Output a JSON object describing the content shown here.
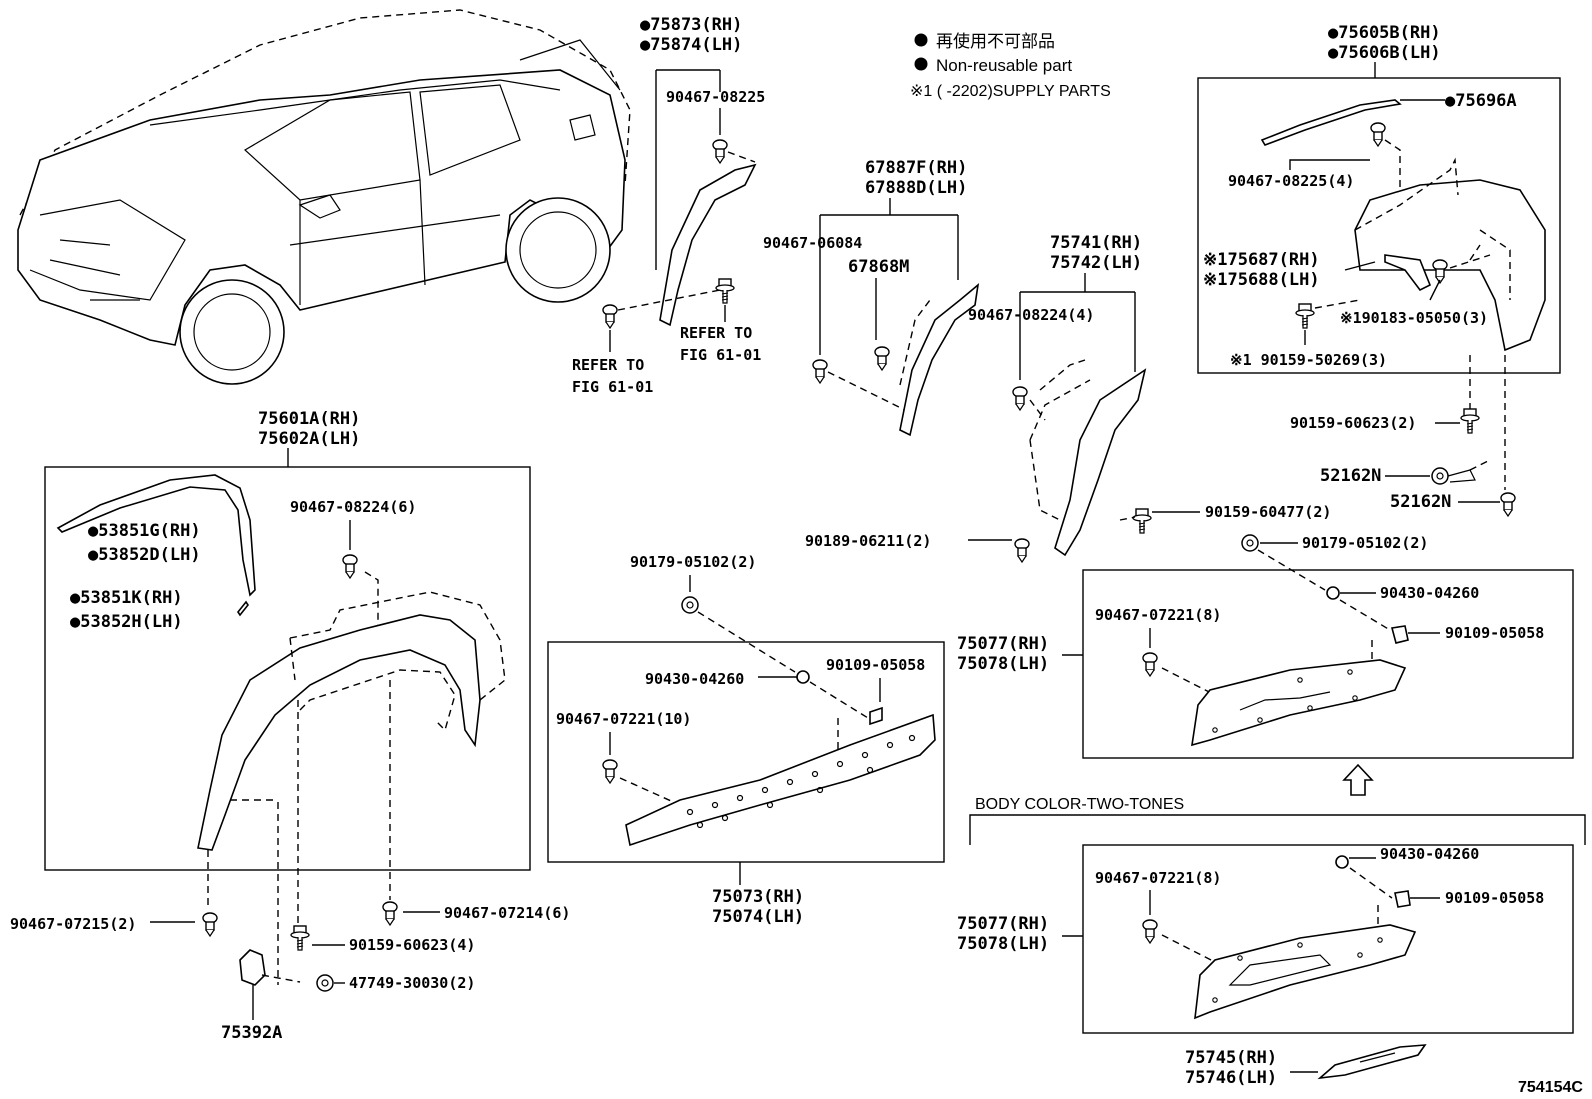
{
  "legend": {
    "non_reusable_jp": "再使用不可部品",
    "non_reusable_en": "Non-reusable part",
    "supply_note": "※1 (      -2202)SUPPLY PARTS",
    "body_color_note": "BODY COLOR-TWO-TONES",
    "figure_id": "754154C"
  },
  "labels": {
    "p75873": "●75873(RH)",
    "p75874": "●75874(LH)",
    "p90467_08225_a": "90467-08225",
    "refer1_a": "REFER TO",
    "refer1_b": "FIG 61-01",
    "refer2_a": "REFER TO",
    "refer2_b": "FIG 61-01",
    "p67887": "67887F(RH)",
    "p67888": "67888D(LH)",
    "p90467_06084": "90467-06084",
    "p67868": "67868M",
    "p75741": "75741(RH)",
    "p75742": "75742(LH)",
    "p90467_08224_4": "90467-08224(4)",
    "p75605": "●75605B(RH)",
    "p75606": "●75606B(LH)",
    "p75696": "●75696A",
    "p90467_08225_4": "90467-08225(4)",
    "p75687": "※175687(RH)",
    "p75688": "※175688(LH)",
    "p190183": "※190183-05050(3)",
    "p190159": "※1 90159-50269(3)",
    "p90159_60623_2": "90159-60623(2)",
    "p52162_a": "52162N",
    "p52162_b": "52162N",
    "p90159_60477": "90159-60477(2)",
    "p90189_06211": "90189-06211(2)",
    "p75601": "75601A(RH)",
    "p75602": "75602A(LH)",
    "p53851g": "●53851G(RH)",
    "p53852d": "●53852D(LH)",
    "p53851k": "●53851K(RH)",
    "p53852h": "●53852H(LH)",
    "p90467_08224_6": "90467-08224(6)",
    "p90467_07215": "90467-07215(2)",
    "p90467_07214": "90467-07214(6)",
    "p90159_60623_4": "90159-60623(4)",
    "p47749": "47749-30030(2)",
    "p75392": "75392A",
    "p90179_05102_a": "90179-05102(2)",
    "p90430_04260_a": "90430-04260",
    "p90109_05058_a": "90109-05058",
    "p90467_07221_10": "90467-07221(10)",
    "p75073": "75073(RH)",
    "p75074": "75074(LH)",
    "p90179_05102_b": "90179-05102(2)",
    "p90430_04260_b": "90430-04260",
    "p90109_05058_b": "90109-05058",
    "p90467_07221_8a": "90467-07221(8)",
    "p75077_a": "75077(RH)",
    "p75078_a": "75078(LH)",
    "p90430_04260_c": "90430-04260",
    "p90109_05058_c": "90109-05058",
    "p90467_07221_8b": "90467-07221(8)",
    "p75077_b": "75077(RH)",
    "p75078_b": "75078(LH)",
    "p75745": "75745(RH)",
    "p75746": "75746(LH)"
  }
}
